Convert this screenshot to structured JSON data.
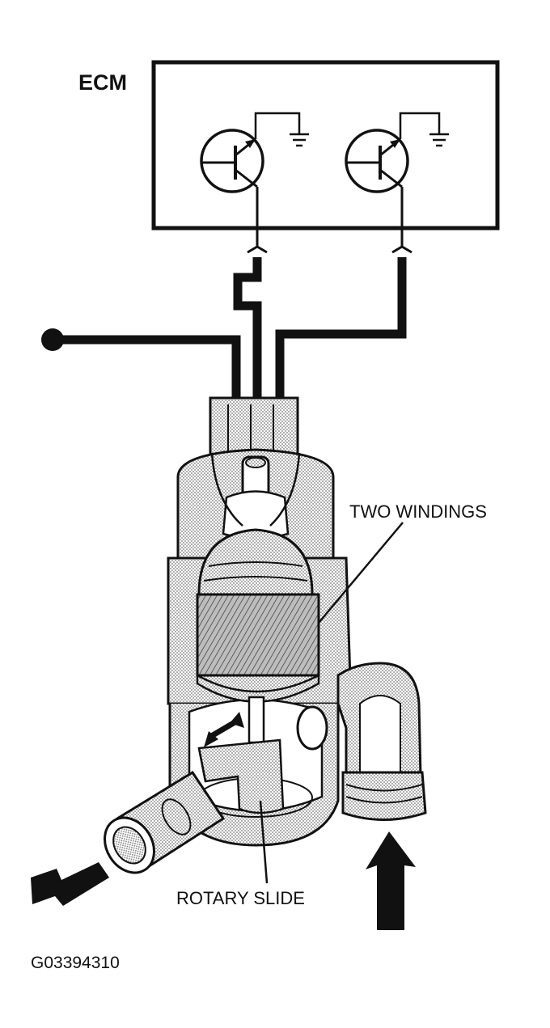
{
  "labels": {
    "ecm": "ECM",
    "two_windings": "TWO WINDINGS",
    "rotary_slide": "ROTARY SLIDE",
    "figure_code": "G03394310"
  },
  "colors": {
    "ink": "#111111",
    "shading": "#c8c8c8",
    "background": "#ffffff"
  }
}
